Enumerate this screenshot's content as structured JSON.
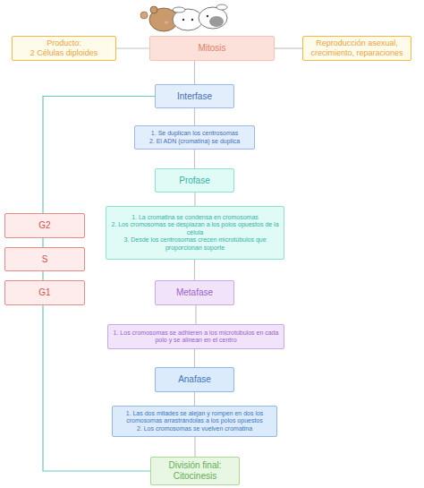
{
  "diagram": {
    "nodes": [
      {
        "text": [
          "Producto:",
          "2 Células diploides"
        ]
      },
      {
        "text": [
          "Mitosis"
        ]
      },
      {
        "text": [
          "Reproducción asexual, crecimiento, reparaciones"
        ]
      },
      {
        "text": [
          "Interfase"
        ]
      },
      {
        "text": [
          "1. Se duplican los centrosomas",
          "2. El ADN (cromatina) se duplica"
        ]
      },
      {
        "text": [
          "Profase"
        ]
      },
      {
        "text": [
          "1. La cromatina se condensa en cromosomas",
          "2. Los cromosomas se desplazan a los polos opuestos de la célula",
          "3. Desde los centrosomas crecen microtúbulos que proporcionan soporte"
        ]
      },
      {
        "text": [
          "G2"
        ]
      },
      {
        "text": [
          "S"
        ]
      },
      {
        "text": [
          "G1"
        ]
      },
      {
        "text": [
          "Metafase"
        ]
      },
      {
        "text": [
          "1. Los cromosomas se adhieren a los microtúbulos en cada polo y se alinean en el centro"
        ]
      },
      {
        "text": [
          "Anafase"
        ]
      },
      {
        "text": [
          "1. Las dos mitades se alejan y rompen en dos los cromosomas arrastrándolas a los polos opuestos",
          "2. Los cromosomas se vuelven cromatina"
        ]
      },
      {
        "text": [
          "División final:",
          "Citocinesis"
        ]
      }
    ],
    "edges": [
      {
        "from": 1,
        "to": 0,
        "arrow": "none"
      },
      {
        "from": 1,
        "to": 2,
        "arrow": "none"
      },
      {
        "from": 1,
        "to": 3,
        "arrow": "none"
      },
      {
        "from": 3,
        "to": 4,
        "arrow": "none"
      },
      {
        "from": 4,
        "to": 5,
        "arrow": "none"
      },
      {
        "from": 5,
        "to": 6,
        "arrow": "none"
      },
      {
        "from": 6,
        "to": 10,
        "arrow": "none"
      },
      {
        "from": 10,
        "to": 11,
        "arrow": "none"
      },
      {
        "from": 11,
        "to": 12,
        "arrow": "none"
      },
      {
        "from": 12,
        "to": 13,
        "arrow": "none"
      },
      {
        "from": 13,
        "to": 14,
        "arrow": "none"
      },
      {
        "from": 3,
        "to": 14,
        "arrow": "none"
      }
    ]
  }
}
